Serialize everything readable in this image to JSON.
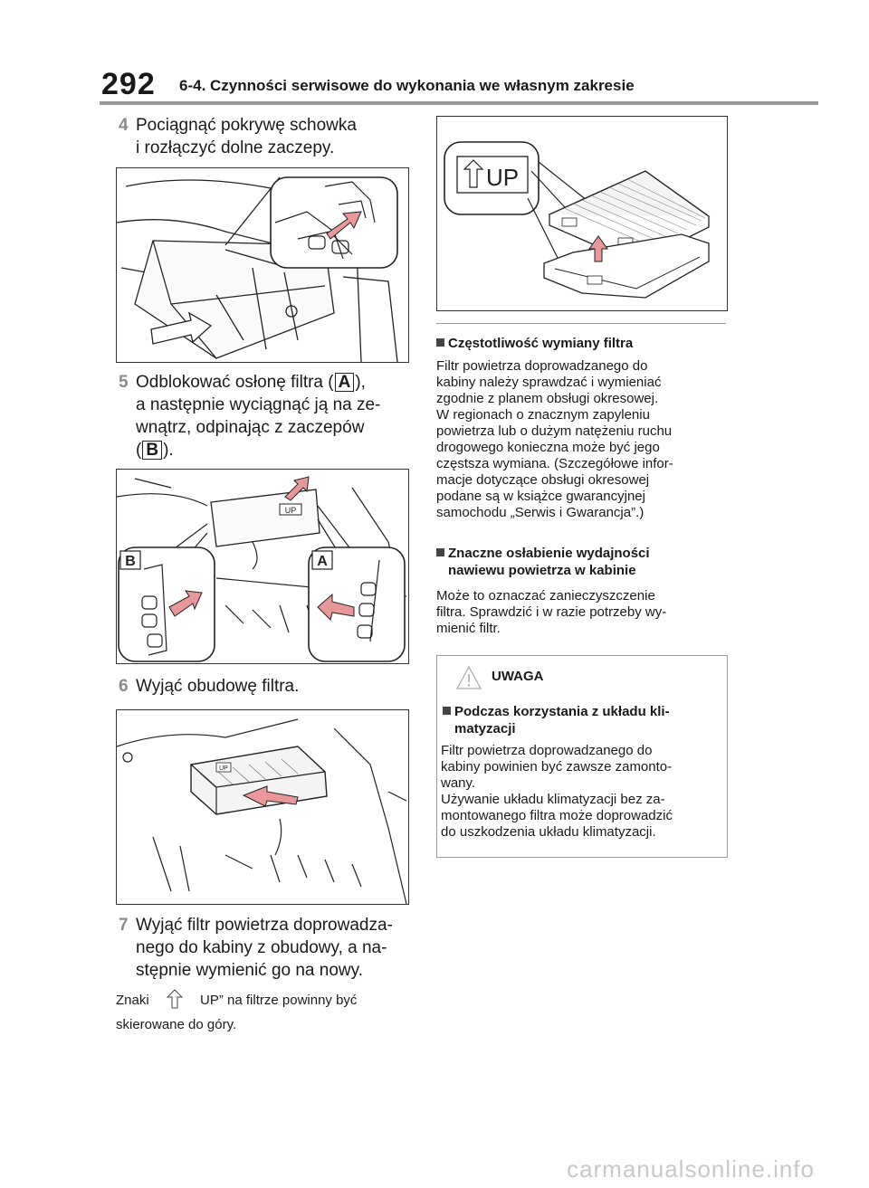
{
  "header": {
    "page_number": "292",
    "section_title": "6-4. Czynności serwisowe do wykonania we własnym zakresie"
  },
  "steps": {
    "s4": {
      "num": "4",
      "line1": "Pociągnąć pokrywę schowka",
      "line2": "i rozłączyć dolne zaczepy."
    },
    "s5": {
      "num": "5",
      "line1a": "Odblokować osłonę filtra (",
      "label_a": "A",
      "line1b": "),",
      "line2": "a następnie wyciągnąć ją na ze-",
      "line3": "wnątrz, odpinając z zaczepów",
      "line4a": "(",
      "label_b": "B",
      "line4b": ")."
    },
    "s6": {
      "num": "6",
      "line1": "Wyjąć obudowę filtra."
    },
    "s7": {
      "num": "7",
      "line1": "Wyjąć filtr powietrza doprowadza-",
      "line2": "nego do kabiny z obudowy, a na-",
      "line3": "stępnie wymienić go na nowy."
    }
  },
  "note": {
    "pre": "Znaki",
    "post": "UP” na filtrze powinny być",
    "line2": "skierowane do góry."
  },
  "figures": {
    "filter_label": "UP",
    "fig2_callout_b": "B",
    "fig2_callout_a": "A"
  },
  "right": {
    "freq": {
      "title": "Częstotliwość wymiany filtra",
      "lines": [
        "Filtr powietrza doprowadzanego do",
        "kabiny należy sprawdzać i wymieniać",
        "zgodnie z planem obsługi okresowej.",
        "W regionach o znacznym zapyleniu",
        "powietrza lub o dużym natężeniu ruchu",
        "drogowego konieczna może być jego",
        "częstsza wymiana. (Szczegółowe infor-",
        "macje dotyczące obsługi okresowej",
        "podane są w książce gwarancyjnej",
        "samochodu „Serwis i Gwarancja”.)"
      ]
    },
    "weak": {
      "title1": "Znaczne osłabienie wydajności",
      "title2": "nawiewu powietrza w kabinie",
      "lines": [
        "Może to oznaczać zanieczyszczenie",
        "filtra. Sprawdzić i w razie potrzeby wy-",
        "mienić filtr."
      ]
    },
    "caution": {
      "heading": "UWAGA",
      "sub1": "Podczas korzystania z układu kli-",
      "sub2": "matyzacji",
      "lines": [
        "Filtr powietrza doprowadzanego do",
        "kabiny powinien być zawsze zamonto-",
        "wany.",
        "Używanie układu klimatyzacji bez za-",
        "montowanego filtra może doprowadzić",
        "do uszkodzenia układu klimatyzacji."
      ]
    }
  },
  "footer": {
    "watermark": "carmanualsonline.info"
  }
}
